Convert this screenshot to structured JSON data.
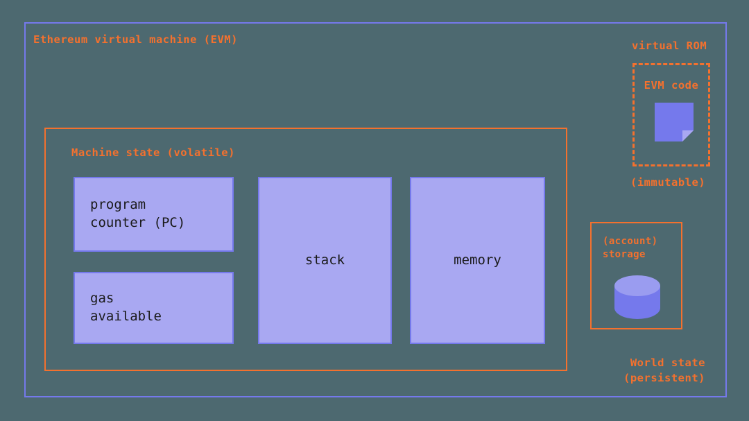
{
  "colors": {
    "background": "#4d6970",
    "accent_orange": "#f4712e",
    "box_fill": "#a9a8f2",
    "box_border": "#7579ec",
    "icon_fill": "#7579ec",
    "icon_highlight": "#9a9cf0",
    "text": "#1a1a1a"
  },
  "evm": {
    "title": "Ethereum virtual machine (EVM)",
    "machine_state": {
      "title": "Machine state (volatile)",
      "boxes": [
        {
          "name": "program-counter",
          "label": "program\ncounter (PC)"
        },
        {
          "name": "gas-available",
          "label": "gas\navailable"
        },
        {
          "name": "stack",
          "label": "stack"
        },
        {
          "name": "memory",
          "label": "memory"
        }
      ]
    }
  },
  "virtual_rom": {
    "title": "virtual ROM",
    "code_label": "EVM code",
    "icon": "document-icon",
    "footnote": "(immutable)"
  },
  "world_state": {
    "storage_label": "(account)\nstorage",
    "icon": "database-cylinder-icon",
    "footnote": "World state\n(persistent)"
  }
}
